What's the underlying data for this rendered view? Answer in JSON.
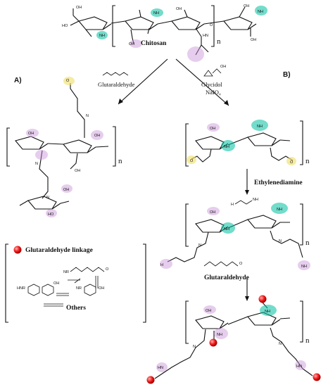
{
  "labels": {
    "chitosan": "Chitosan",
    "n": "n",
    "section_a": "A)",
    "section_b": "B)",
    "glutaraldehyde": "Glutaraldehyde",
    "glycidol": "Glycidol",
    "naio4": "NaIO₄",
    "ethylenediamine": "Ethylenediamine"
  },
  "legend": {
    "title": "Glutaraldehyde linkage",
    "others": "Others"
  },
  "colors": {
    "amine_highlight": "#00c0a0",
    "hydroxyl_highlight": "#c890d8",
    "aldehyde_highlight": "#f0e070",
    "linkage_ball": "#f01c1c"
  },
  "icons": {
    "linkage_marker": "red-ball-icon"
  }
}
